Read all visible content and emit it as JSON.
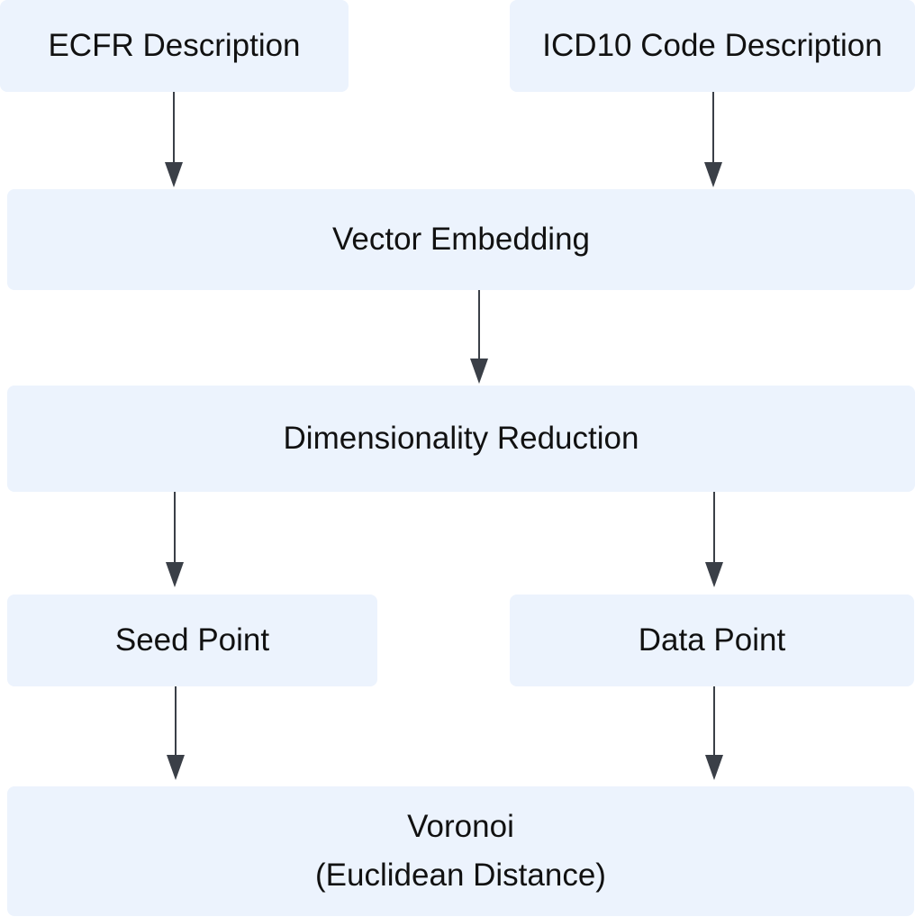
{
  "nodes": {
    "ecfr": "ECFR Description",
    "icd10": "ICD10 Code Description",
    "vector_embedding": "Vector Embedding",
    "dimensionality_reduction": "Dimensionality Reduction",
    "seed_point": "Seed Point",
    "data_point": "Data Point",
    "voronoi_line1": "Voronoi",
    "voronoi_line2": "(Euclidean Distance)"
  },
  "edges": [
    {
      "from": "ecfr",
      "to": "vector_embedding"
    },
    {
      "from": "icd10",
      "to": "vector_embedding"
    },
    {
      "from": "vector_embedding",
      "to": "dimensionality_reduction"
    },
    {
      "from": "dimensionality_reduction",
      "to": "seed_point"
    },
    {
      "from": "dimensionality_reduction",
      "to": "data_point"
    },
    {
      "from": "seed_point",
      "to": "voronoi"
    },
    {
      "from": "data_point",
      "to": "voronoi"
    }
  ],
  "colors": {
    "node_fill": "#ecf3fd",
    "arrow": "#3a3f47"
  }
}
